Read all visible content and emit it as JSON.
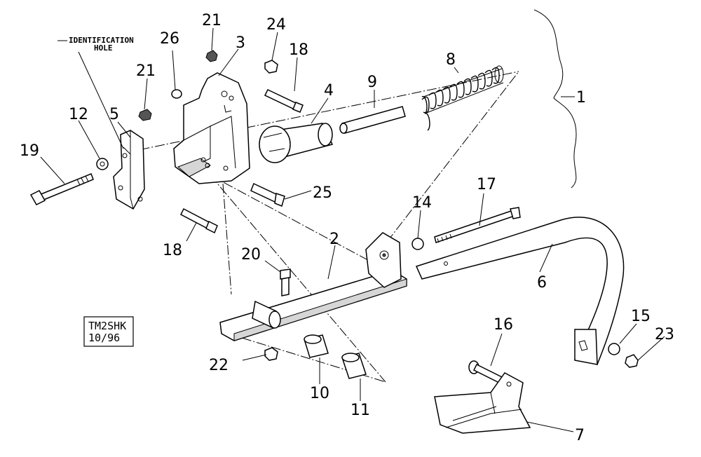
{
  "diagram": {
    "annotation": {
      "line1": "IDENTIFICATION",
      "line2": "HOLE"
    },
    "stamp": {
      "line1": "TM2SHK",
      "line2": "10/96"
    },
    "callouts": {
      "p1": "1",
      "p2": "2",
      "p3": "3",
      "p4": "4",
      "p5": "5",
      "p6": "6",
      "p7": "7",
      "p8": "8",
      "p9": "9",
      "p10": "10",
      "p11": "11",
      "p12": "12",
      "p14": "14",
      "p15": "15",
      "p16": "16",
      "p17": "17",
      "p18a": "18",
      "p18b": "18",
      "p19": "19",
      "p20": "20",
      "p21a": "21",
      "p21b": "21",
      "p22": "22",
      "p23": "23",
      "p24": "24",
      "p25": "25",
      "p26": "26"
    }
  }
}
